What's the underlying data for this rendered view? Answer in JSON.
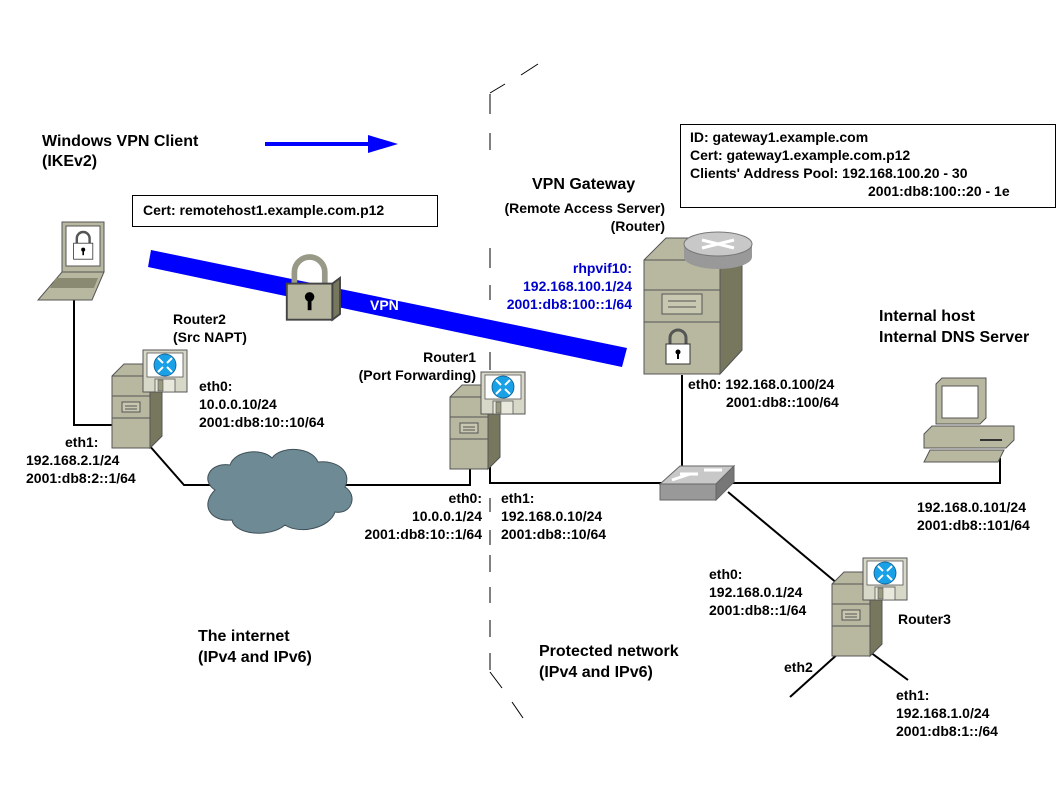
{
  "client": {
    "title": "Windows VPN Client",
    "subtitle": "(IKEv2)",
    "cert_box": "Cert: remotehost1.example.com.p12"
  },
  "gateway": {
    "title": "VPN Gateway",
    "subtitle1": "(Remote Access Server)",
    "subtitle2": "(Router)",
    "info_box": {
      "line1": "ID: gateway1.example.com",
      "line2": "Cert: gateway1.example.com.p12",
      "line3": "Clients' Address Pool: 192.168.100.20 - 30",
      "line4": "2001:db8:100::20 - 1e"
    },
    "vif": {
      "name": "rhpvif10:",
      "ipv4": "192.168.100.1/24",
      "ipv6": "2001:db8:100::1/64"
    },
    "eth0": {
      "ipv4": "eth0: 192.168.0.100/24",
      "ipv6": "2001:db8::100/64"
    }
  },
  "tunnel": {
    "label": "VPN",
    "color": "#0000ff"
  },
  "router2": {
    "title": "Router2",
    "subtitle": "(Src NAPT)",
    "eth0": {
      "name": "eth0:",
      "ipv4": "10.0.0.10/24",
      "ipv6": "2001:db8:10::10/64"
    },
    "eth1": {
      "name": "eth1:",
      "ipv4": "192.168.2.1/24",
      "ipv6": "2001:db8:2::1/64"
    }
  },
  "router1": {
    "title": "Router1",
    "subtitle": "(Port Forwarding)",
    "eth0": {
      "name": "eth0:",
      "ipv4": "10.0.0.1/24",
      "ipv6": "2001:db8:10::1/64"
    },
    "eth1": {
      "name": "eth1:",
      "ipv4": "192.168.0.10/24",
      "ipv6": "2001:db8::10/64"
    }
  },
  "router3": {
    "title": "Router3",
    "eth0": {
      "name": "eth0:",
      "ipv4": "192.168.0.1/24",
      "ipv6": "2001:db8::1/64"
    },
    "eth1": {
      "name": "eth1:",
      "ipv4": "192.168.1.0/24",
      "ipv6": "2001:db8:1::/64"
    },
    "eth2": {
      "name": "eth2"
    }
  },
  "internal_host": {
    "title1": "Internal host",
    "title2": "Internal DNS Server",
    "ipv4": "192.168.0.101/24",
    "ipv6": "2001:db8::101/64"
  },
  "zones": {
    "internet": {
      "title": "The internet",
      "subtitle": "(IPv4 and IPv6)"
    },
    "protected": {
      "title": "Protected network",
      "subtitle": "(IPv4 and IPv6)"
    }
  }
}
